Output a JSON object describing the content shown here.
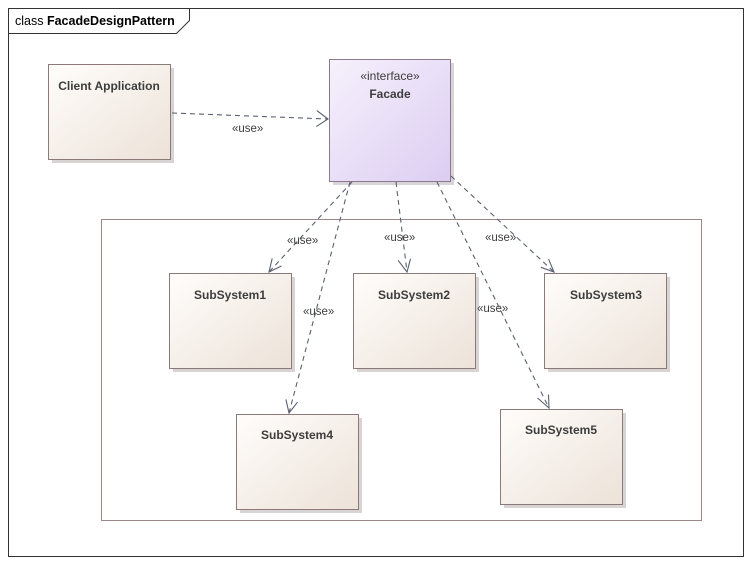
{
  "frame": {
    "title_keyword": "class",
    "title_name": "FacadeDesignPattern"
  },
  "colors": {
    "class_fill_light": "#fffdfb",
    "class_fill_dark": "#ece2d8",
    "class_border": "#8c7a7a",
    "interface_fill_light": "#f6f1fc",
    "interface_fill_dark": "#dccdf2",
    "interface_border": "#8c7a8c",
    "connector": "#5a6070",
    "package_border": "#9a8888",
    "frame_border": "#333333",
    "text": "#3d3d3d"
  },
  "elements": {
    "client": {
      "name": "Client Application"
    },
    "facade": {
      "stereotype": "«interface»",
      "name": "Facade"
    },
    "subsystem1": {
      "name": "SubSystem1"
    },
    "subsystem2": {
      "name": "SubSystem2"
    },
    "subsystem3": {
      "name": "SubSystem3"
    },
    "subsystem4": {
      "name": "SubSystem4"
    },
    "subsystem5": {
      "name": "SubSystem5"
    }
  },
  "connectors": {
    "client_to_facade": {
      "label": "«use»"
    },
    "facade_to_subsystem1": {
      "label": "«use»"
    },
    "facade_to_subsystem2": {
      "label": "«use»"
    },
    "facade_to_subsystem3": {
      "label": "«use»"
    },
    "facade_to_subsystem4": {
      "label": "«use»"
    },
    "facade_to_subsystem5": {
      "label": "«use»"
    }
  }
}
